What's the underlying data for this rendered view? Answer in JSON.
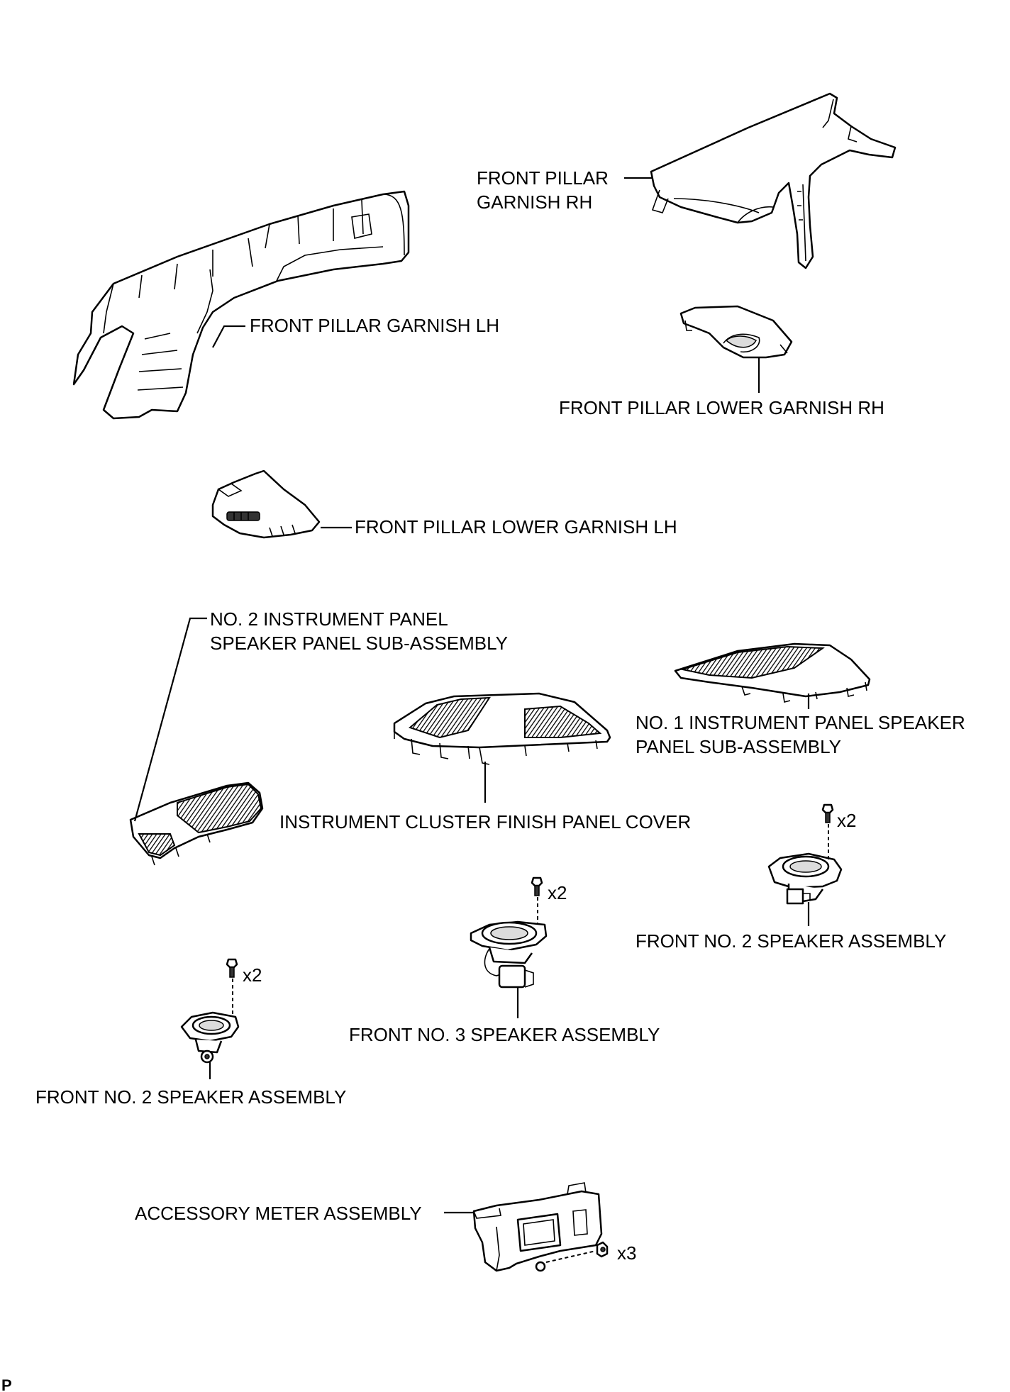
{
  "labels": {
    "front_pillar_garnish_rh_1": "FRONT PILLAR",
    "front_pillar_garnish_rh_2": "GARNISH RH",
    "front_pillar_garnish_lh": "FRONT PILLAR GARNISH LH",
    "front_pillar_lower_garnish_rh": "FRONT PILLAR LOWER GARNISH RH",
    "front_pillar_lower_garnish_lh": "FRONT PILLAR LOWER GARNISH LH",
    "no2_ip_speaker_panel_1": "NO. 2 INSTRUMENT PANEL",
    "no2_ip_speaker_panel_2": "SPEAKER PANEL SUB-ASSEMBLY",
    "no1_ip_speaker_panel_1": "NO. 1 INSTRUMENT PANEL SPEAKER",
    "no1_ip_speaker_panel_2": "PANEL SUB-ASSEMBLY",
    "instrument_cluster_cover": "INSTRUMENT CLUSTER FINISH PANEL COVER",
    "front_no2_speaker_right": "FRONT NO. 2 SPEAKER ASSEMBLY",
    "front_no3_speaker": "FRONT NO. 3 SPEAKER ASSEMBLY",
    "front_no2_speaker_left": "FRONT NO. 2 SPEAKER ASSEMBLY",
    "accessory_meter": "ACCESSORY METER ASSEMBLY"
  },
  "quantities": {
    "speaker_right_screws": "x2",
    "speaker_center_screws": "x2",
    "speaker_left_screws": "x2",
    "meter_screws": "x3"
  },
  "corner_mark": "P"
}
